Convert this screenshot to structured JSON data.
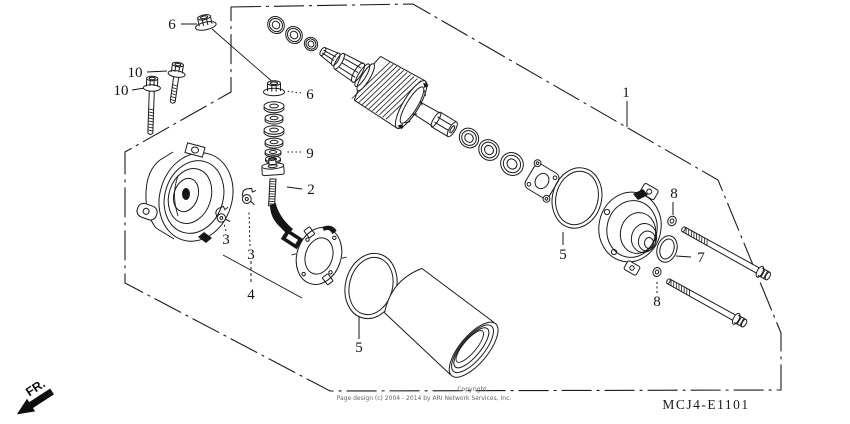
{
  "diagram": {
    "part_code": "MCJ4-E1101",
    "fr_label": "FR.",
    "copyright_word": "Copyright",
    "copyright_line": "Page design (c) 2004 - 2014 by ARI Network Services, Inc."
  },
  "callouts": {
    "c1": "1",
    "c2": "2",
    "c3a": "3",
    "c3b": "3",
    "c4": "4",
    "c5a": "5",
    "c5b": "5",
    "c6a": "6",
    "c6b": "6",
    "c7": "7",
    "c8a": "8",
    "c8b": "8",
    "c9": "9",
    "c10a": "10",
    "c10b": "10"
  }
}
